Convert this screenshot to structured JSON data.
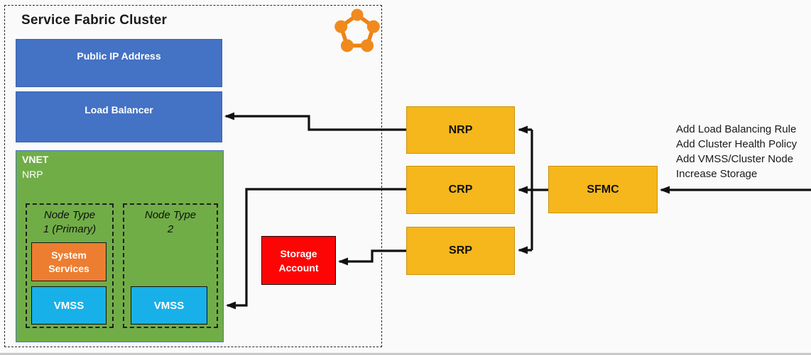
{
  "title": "Service Fabric Cluster",
  "colors": {
    "background": "#FAFAFA",
    "blue": "#4472C4",
    "green": "#70AD47",
    "orange": "#ED7D31",
    "cyan": "#18B0E8",
    "gold": "#F5B71B",
    "red": "#FE0505",
    "arrow": "#111111",
    "logo_orange": "#F08A1E"
  },
  "icons": {
    "service_fabric_logo": "pentagon of five orange nodes"
  },
  "boxes": {
    "public_ip": "Public IP Address",
    "load_balancer": "Load Balancer",
    "vnet_title": "VNET",
    "vnet_subtitle": "NRP",
    "node_type1_line1": "Node Type",
    "node_type1_line2": "1 (Primary)",
    "node_type2_line1": "Node Type",
    "node_type2_line2": "2",
    "system_services_line1": "System",
    "system_services_line2": "Services",
    "vmss_primary": "VMSS",
    "vmss_secondary": "VMSS",
    "storage_line1": "Storage",
    "storage_line2": "Account",
    "nrp": "NRP",
    "crp": "CRP",
    "srp": "SRP",
    "sfmc": "SFMC"
  },
  "annotations": [
    "Add Load Balancing Rule",
    "Add Cluster Health Policy",
    "Add VMSS/Cluster Node",
    "Increase Storage"
  ],
  "edges": [
    {
      "from": "NRP",
      "to": "Load Balancer"
    },
    {
      "from": "CRP",
      "to": "VNET / VMSS"
    },
    {
      "from": "SRP",
      "to": "Storage Account"
    },
    {
      "from": "SFMC",
      "to": "NRP"
    },
    {
      "from": "SFMC",
      "to": "CRP"
    },
    {
      "from": "SFMC",
      "to": "SRP"
    },
    {
      "from": "external-right",
      "to": "SFMC"
    }
  ]
}
